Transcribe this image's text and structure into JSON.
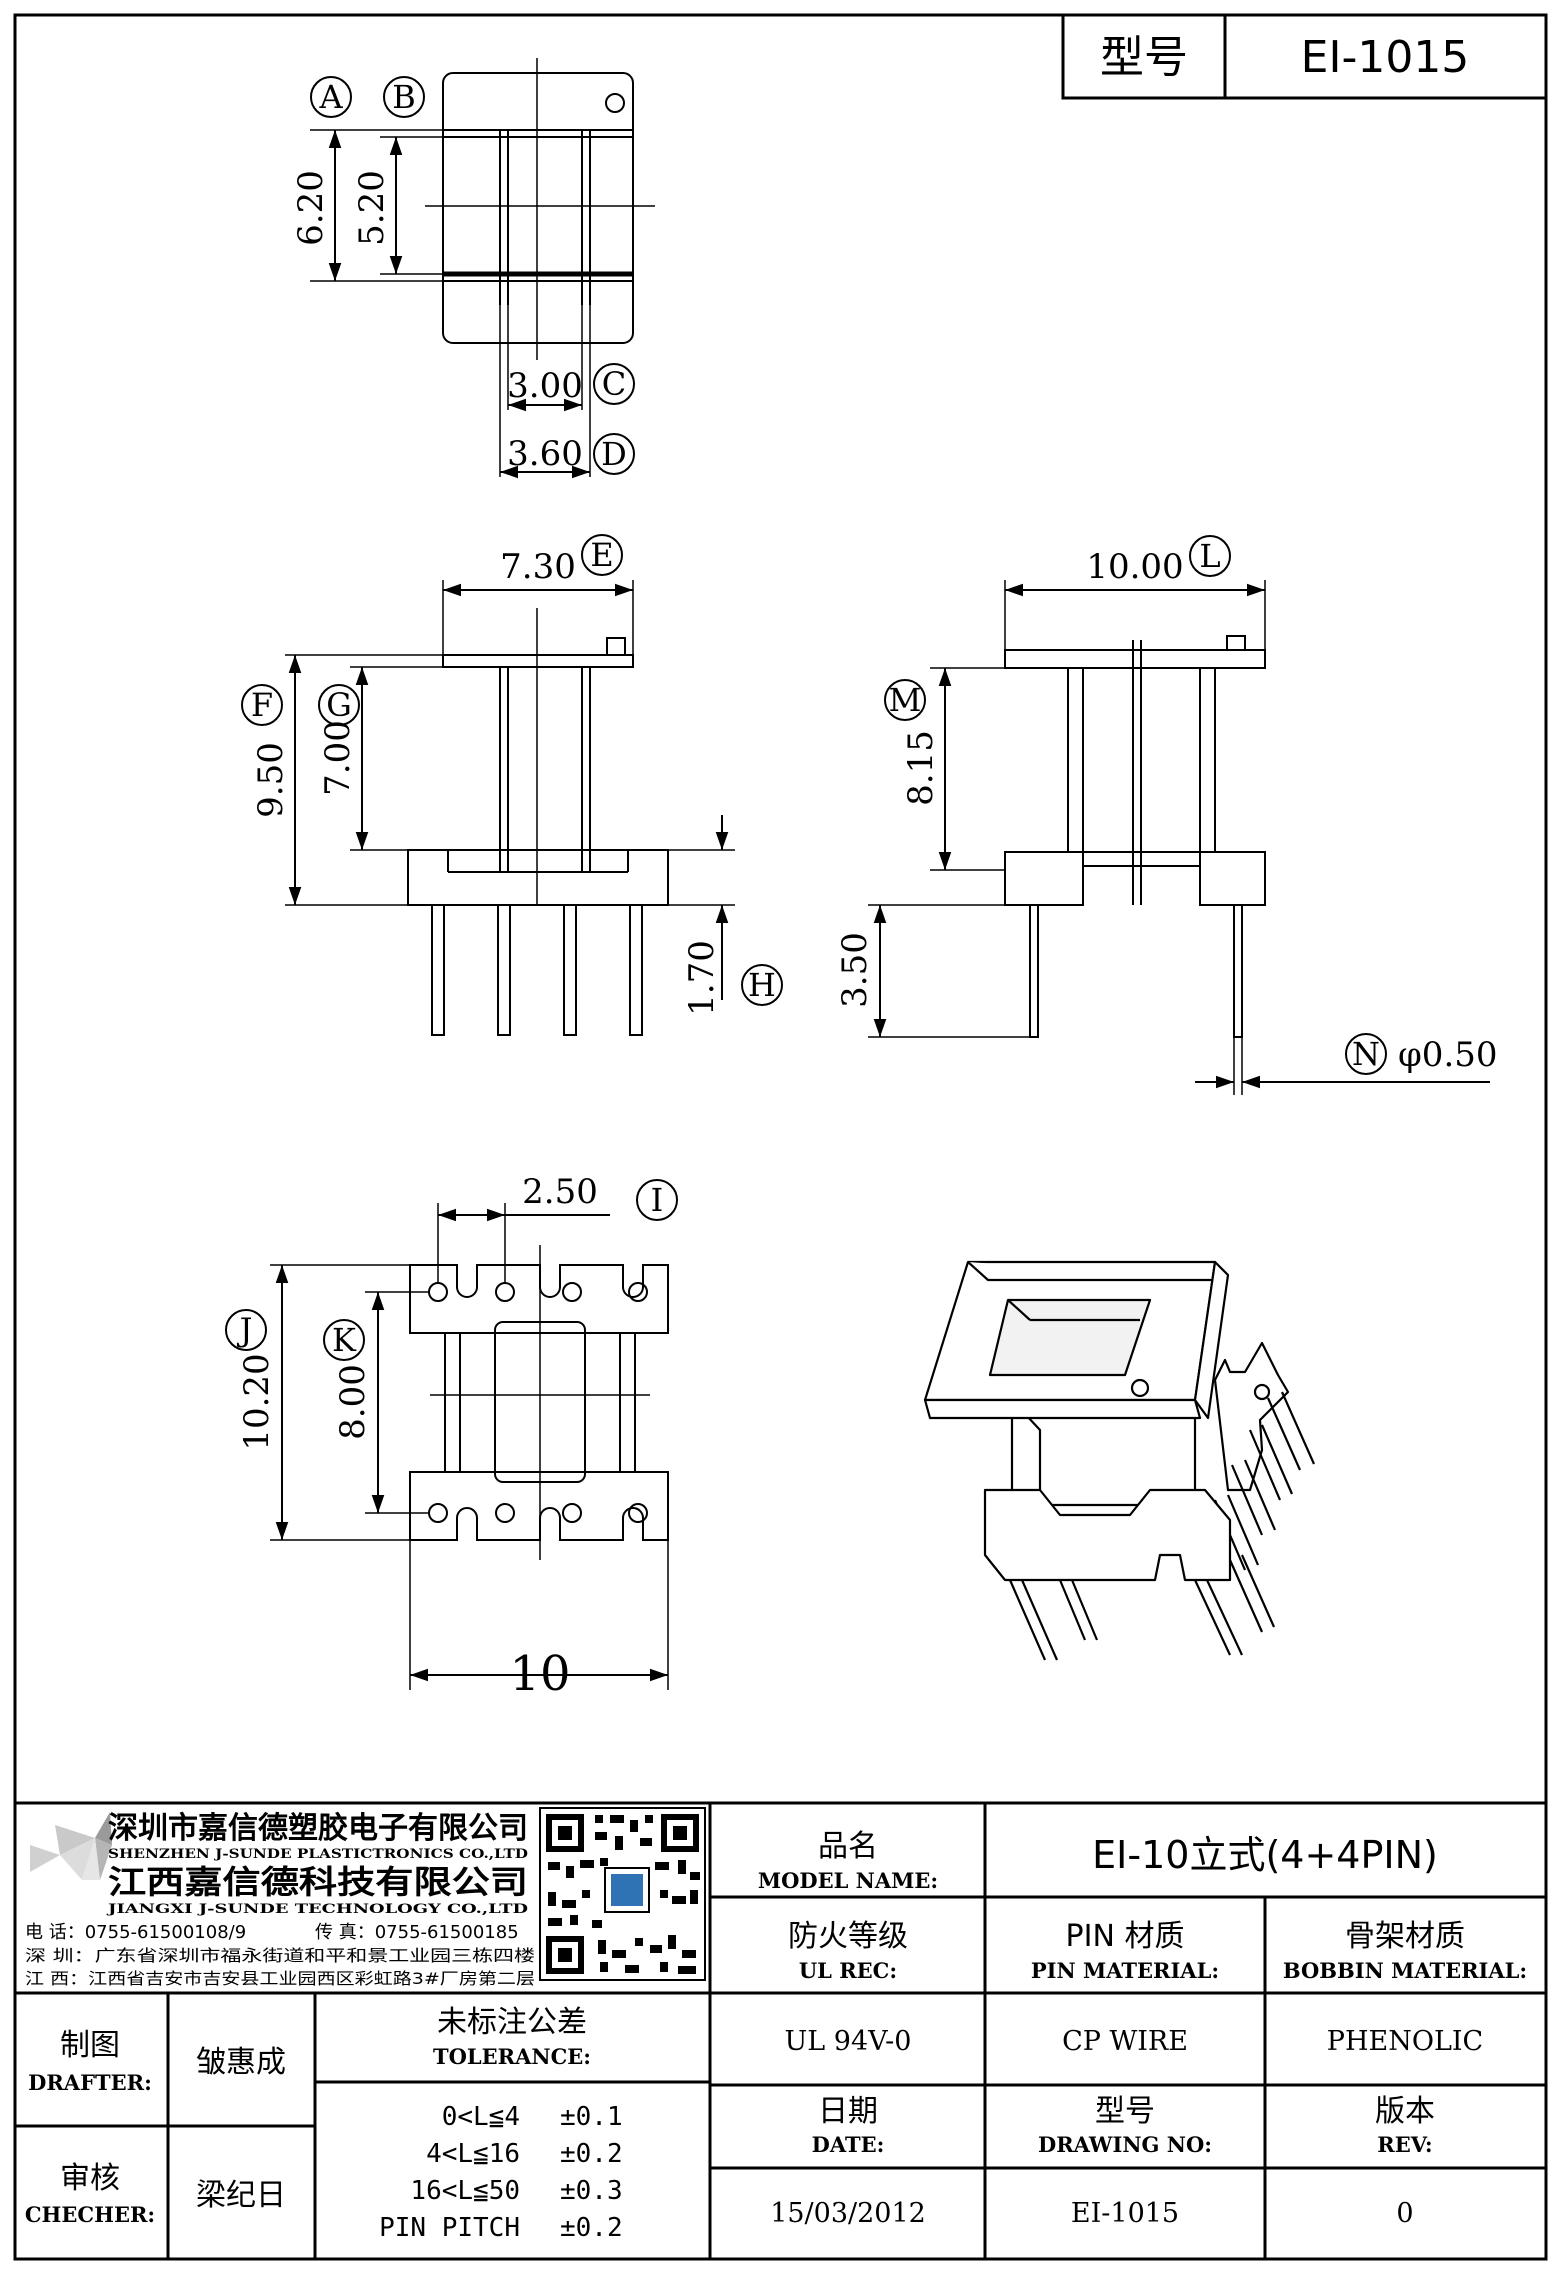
{
  "header": {
    "model_label": "型号",
    "model_value": "EI-1015"
  },
  "drawing": {
    "top_view": {
      "A": "A",
      "B": "B",
      "C": "C",
      "D": "D",
      "dim_A": "6.20",
      "dim_B": "5.20",
      "dim_C": "3.00",
      "dim_D": "3.60"
    },
    "front_view": {
      "E": "E",
      "F": "F",
      "G": "G",
      "H": "H",
      "dim_E": "7.30",
      "dim_F": "9.50",
      "dim_G": "7.00",
      "dim_H": "1.70"
    },
    "side_view": {
      "L": "L",
      "M": "M",
      "N": "N",
      "dim_L": "10.00",
      "dim_M": "8.15",
      "dim_35": "3.50",
      "dim_N": "φ0.50"
    },
    "bottom_view": {
      "I": "I",
      "J": "J",
      "K": "K",
      "dim_I": "2.50",
      "dim_J": "10.20",
      "dim_K": "8.00",
      "dim_10": "10"
    }
  },
  "company": {
    "name_sz": "深圳市嘉信德塑胶电子有限公司",
    "name_sz_en": "SHENZHEN J-SUNDE PLASTICTRONICS CO.,LTD",
    "name_jx": "江西嘉信德科技有限公司",
    "name_jx_en": "JIANGXI J-SUNDE TECHNOLOGY CO.,LTD",
    "tel": "电 话：0755-61500108/9",
    "fax": "传 真：0755-61500185",
    "addr_sz": "深 圳：广东省深圳市福永街道和平和景工业园三栋四楼",
    "addr_jx": "江 西：江西省吉安市吉安县工业园西区彩虹路3#厂房第二层"
  },
  "title_block": {
    "model_name_cn": "品名",
    "model_name_en": "MODEL NAME:",
    "model_name_value": "EI-10立式(4+4PIN)",
    "ul_cn": "防火等级",
    "ul_en": "UL REC:",
    "ul_value": "UL 94V-0",
    "pin_cn": "PIN 材质",
    "pin_en": "PIN MATERIAL:",
    "pin_value": "CP WIRE",
    "bobbin_cn": "骨架材质",
    "bobbin_en": "BOBBIN MATERIAL:",
    "bobbin_value": "PHENOLIC",
    "drafter_cn": "制图",
    "drafter_en": "DRAFTER:",
    "drafter_value": "皱惠成",
    "checker_cn": "审核",
    "checker_en": "CHECHER:",
    "checker_value": "梁纪日",
    "tolerance_cn": "未标注公差",
    "tolerance_en": "TOLERANCE:",
    "tolerances": [
      {
        "range": "0<L≦4",
        "value": "±0.1"
      },
      {
        "range": "4<L≦16",
        "value": "±0.2"
      },
      {
        "range": "16<L≦50",
        "value": "±0.3"
      },
      {
        "range": "PIN PITCH",
        "value": "±0.2"
      }
    ],
    "date_cn": "日期",
    "date_en": "DATE:",
    "date_value": "15/03/2012",
    "drawing_no_cn": "型号",
    "drawing_no_en": "DRAWING NO:",
    "drawing_no_value": "EI-1015",
    "rev_cn": "版本",
    "rev_en": "REV:",
    "rev_value": "0"
  }
}
